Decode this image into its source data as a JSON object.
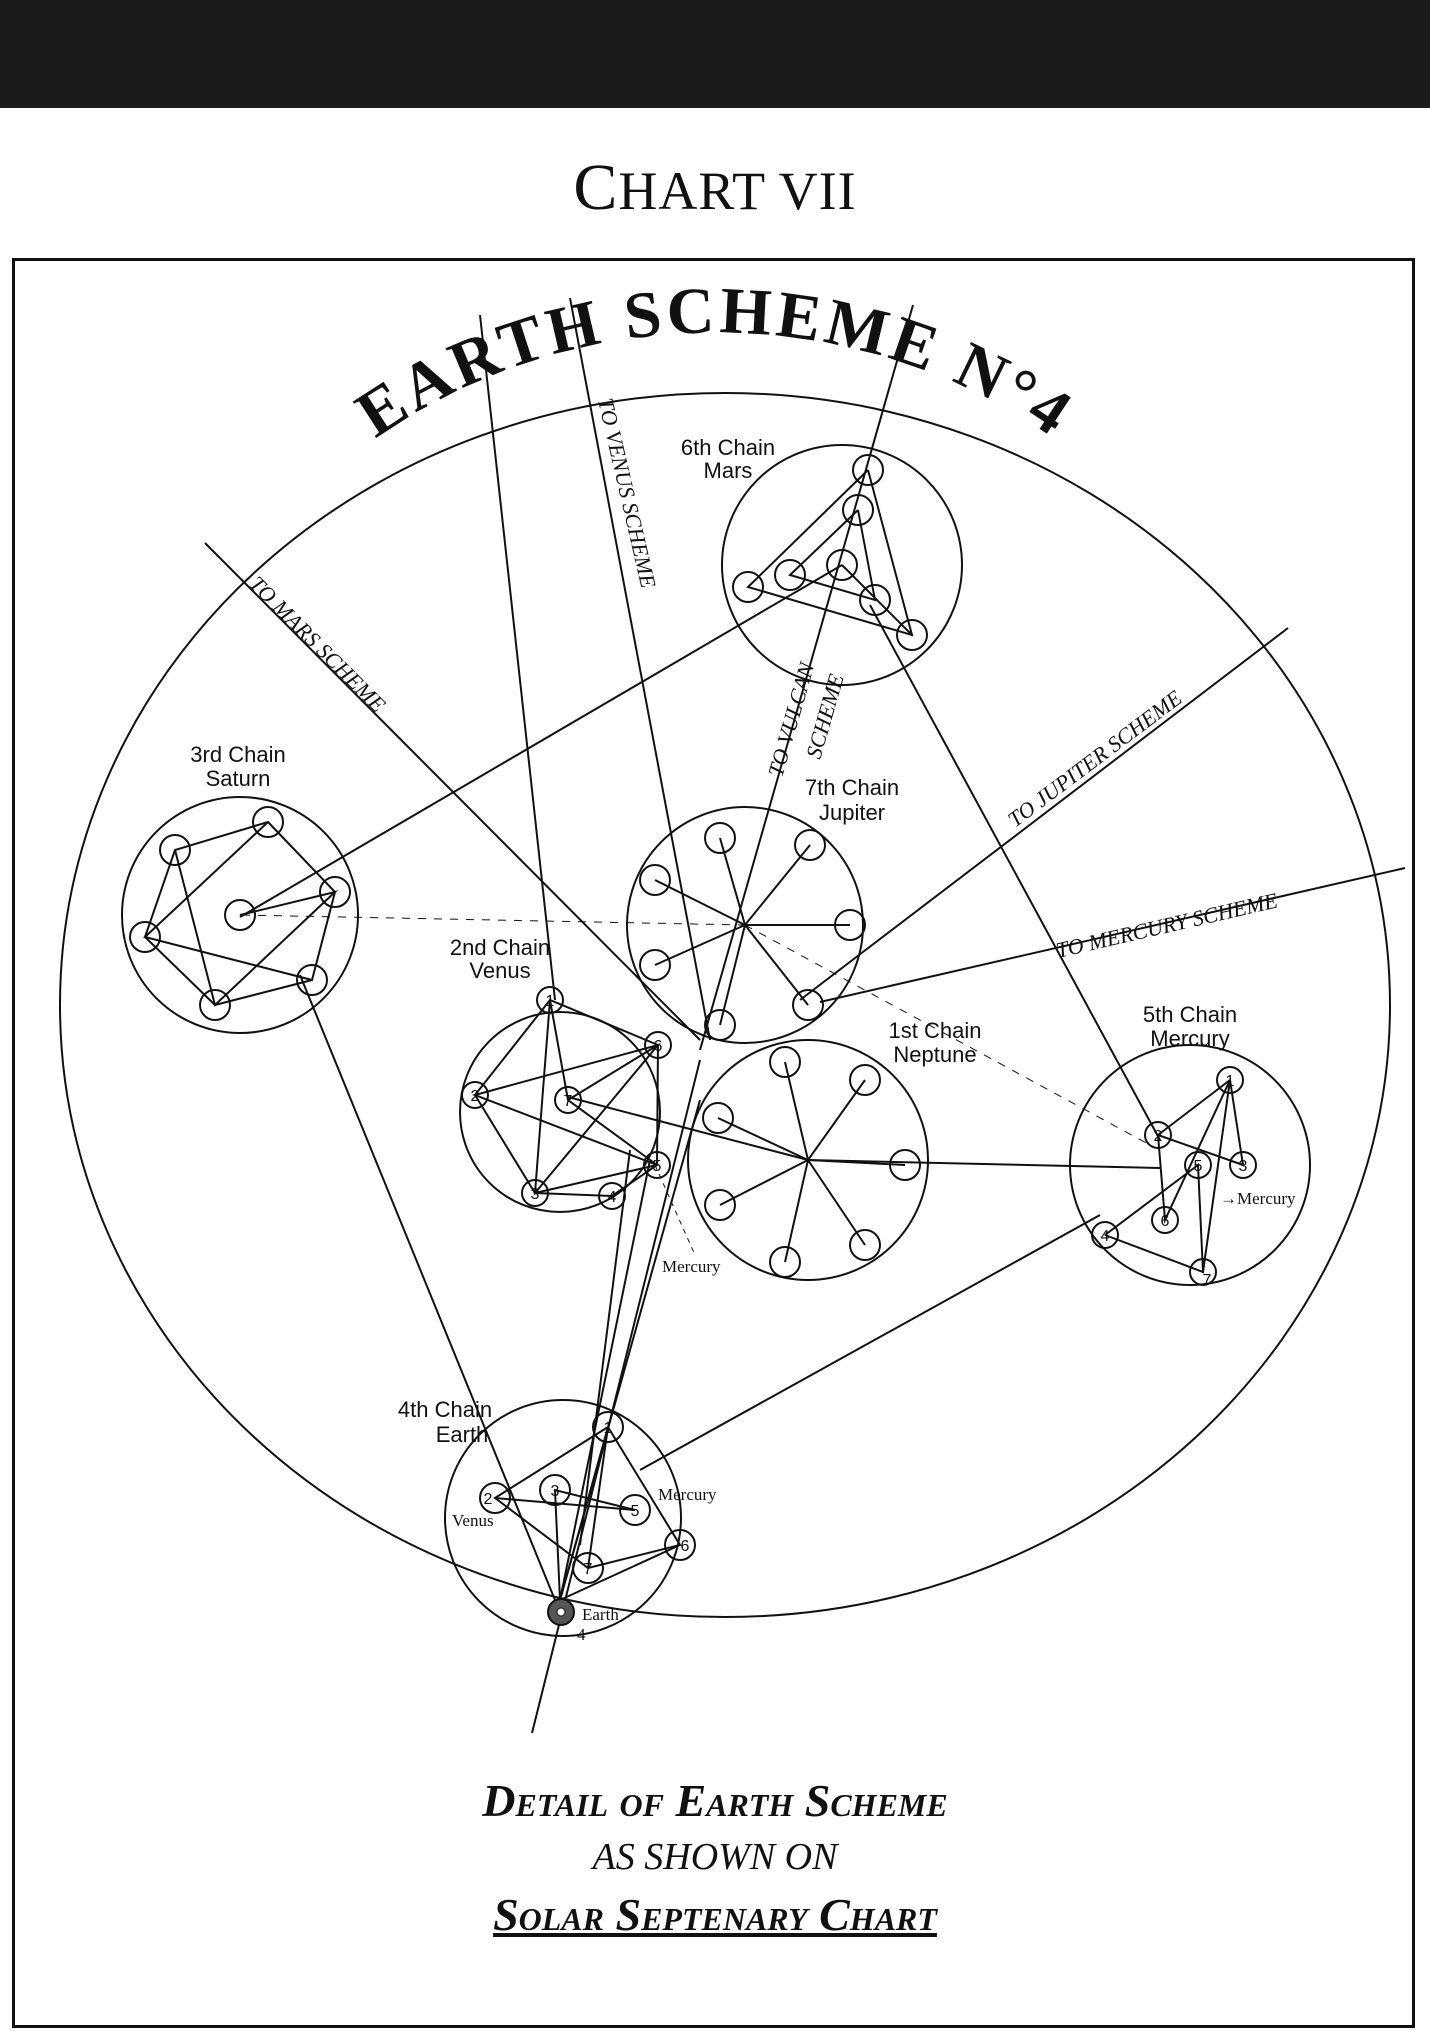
{
  "page": {
    "title_initial": "C",
    "title_rest": "HART VII"
  },
  "diagram": {
    "arc_heading": "EARTH  SCHEME  N°4",
    "directions": {
      "mars": "TO MARS SCHEME",
      "venus": "TO VENUS SCHEME",
      "vulcan_1": "TO VULCAN",
      "vulcan_2": "SCHEME",
      "jupiter": "TO JUPITER SCHEME",
      "mercury": "TO MERCURY SCHEME"
    },
    "chains": {
      "mars": [
        "6th Chain",
        "Mars"
      ],
      "saturn": [
        "3rd Chain",
        "Saturn"
      ],
      "jupiter": [
        "7th Chain",
        "Jupiter"
      ],
      "venus": [
        "2nd Chain",
        "Venus"
      ],
      "neptune": [
        "1st Chain",
        "Neptune"
      ],
      "mercury": [
        "5th Chain",
        "Mercury"
      ],
      "earth": [
        "4th Chain",
        "Earth"
      ]
    },
    "globe_numbers": [
      "1",
      "2",
      "3",
      "4",
      "5",
      "6",
      "7"
    ],
    "labels": {
      "mercury": "Mercury",
      "mercury_arrow": "→Mercury",
      "venus": "Venus",
      "earth": "Earth",
      "earth_number": "4"
    }
  },
  "caption": {
    "line1": "Detail of Earth Scheme",
    "line2": "AS SHOWN ON",
    "line3": "Solar Septenary Chart"
  }
}
